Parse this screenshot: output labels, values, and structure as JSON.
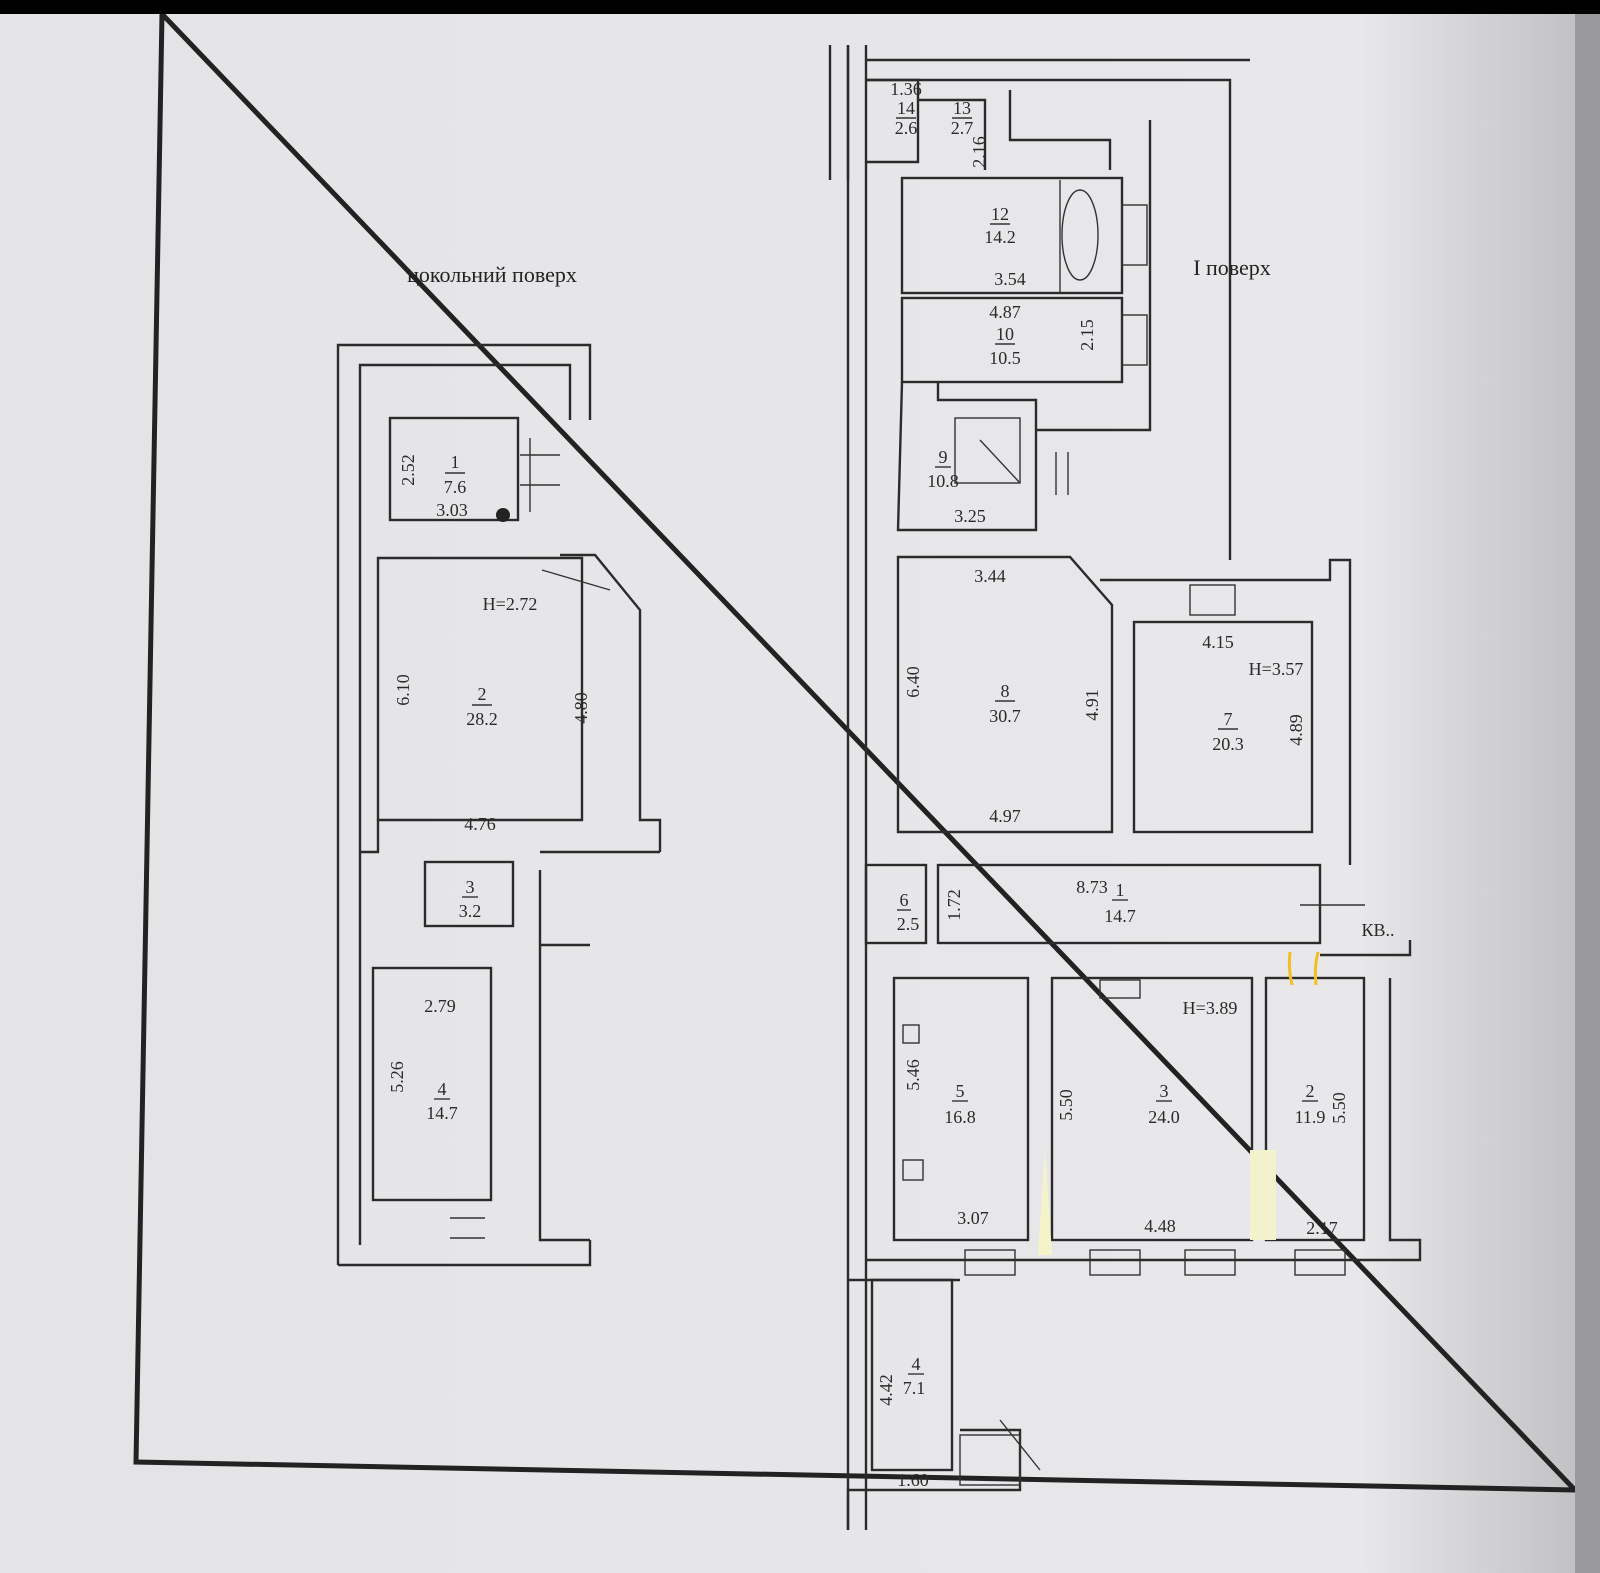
{
  "basement": {
    "title": "цокольний поверх",
    "rooms": [
      {
        "number": "1",
        "area": "7.6",
        "dims": [
          "2.52",
          "3.03"
        ]
      },
      {
        "number": "2",
        "area": "28.2",
        "height": "H=2.72",
        "dims": [
          "6.10",
          "4.80",
          "4.76"
        ]
      },
      {
        "number": "3",
        "area": "3.2"
      },
      {
        "number": "4",
        "area": "14.7",
        "dims": [
          "2.79",
          "5.26"
        ]
      }
    ]
  },
  "first_floor": {
    "title": "I поверх",
    "apartment_label": "КВ..",
    "rooms": {
      "r14": {
        "number": "14",
        "area": "2.6",
        "dims": [
          "1.36"
        ]
      },
      "r13": {
        "number": "13",
        "area": "2.7",
        "dims": [
          "2.16"
        ]
      },
      "r12": {
        "number": "12",
        "area": "14.2",
        "dims": [
          "3.54"
        ]
      },
      "r10": {
        "number": "10",
        "area": "10.5",
        "dims": [
          "4.87",
          "2.15"
        ]
      },
      "r9": {
        "number": "9",
        "area": "10.8",
        "dims": [
          "3.25"
        ]
      },
      "r8": {
        "number": "8",
        "area": "30.7",
        "dims": [
          "3.44",
          "6.40",
          "4.91",
          "4.97"
        ]
      },
      "r7": {
        "number": "7",
        "area": "20.3",
        "height": "H=3.57",
        "dims": [
          "4.15",
          "4.89"
        ]
      },
      "r1": {
        "number": "1",
        "area": "14.7",
        "dims": [
          "8.73",
          "1.72"
        ]
      },
      "r6": {
        "number": "6",
        "area": "2.5"
      },
      "r5": {
        "number": "5",
        "area": "16.8",
        "dims": [
          "5.46",
          "3.07"
        ]
      },
      "r3": {
        "number": "3",
        "area": "24.0",
        "height": "H=3.89",
        "dims": [
          "5.50",
          "4.48"
        ]
      },
      "r2": {
        "number": "2",
        "area": "11.9",
        "dims": [
          "5.50",
          "2.17"
        ]
      },
      "r4": {
        "number": "4",
        "area": "7.1",
        "dims": [
          "4.42",
          "1.60"
        ]
      }
    }
  },
  "colors": {
    "paper": "#e6e6e8",
    "ink": "#2b2b2b",
    "highlight": "#f0c020"
  }
}
